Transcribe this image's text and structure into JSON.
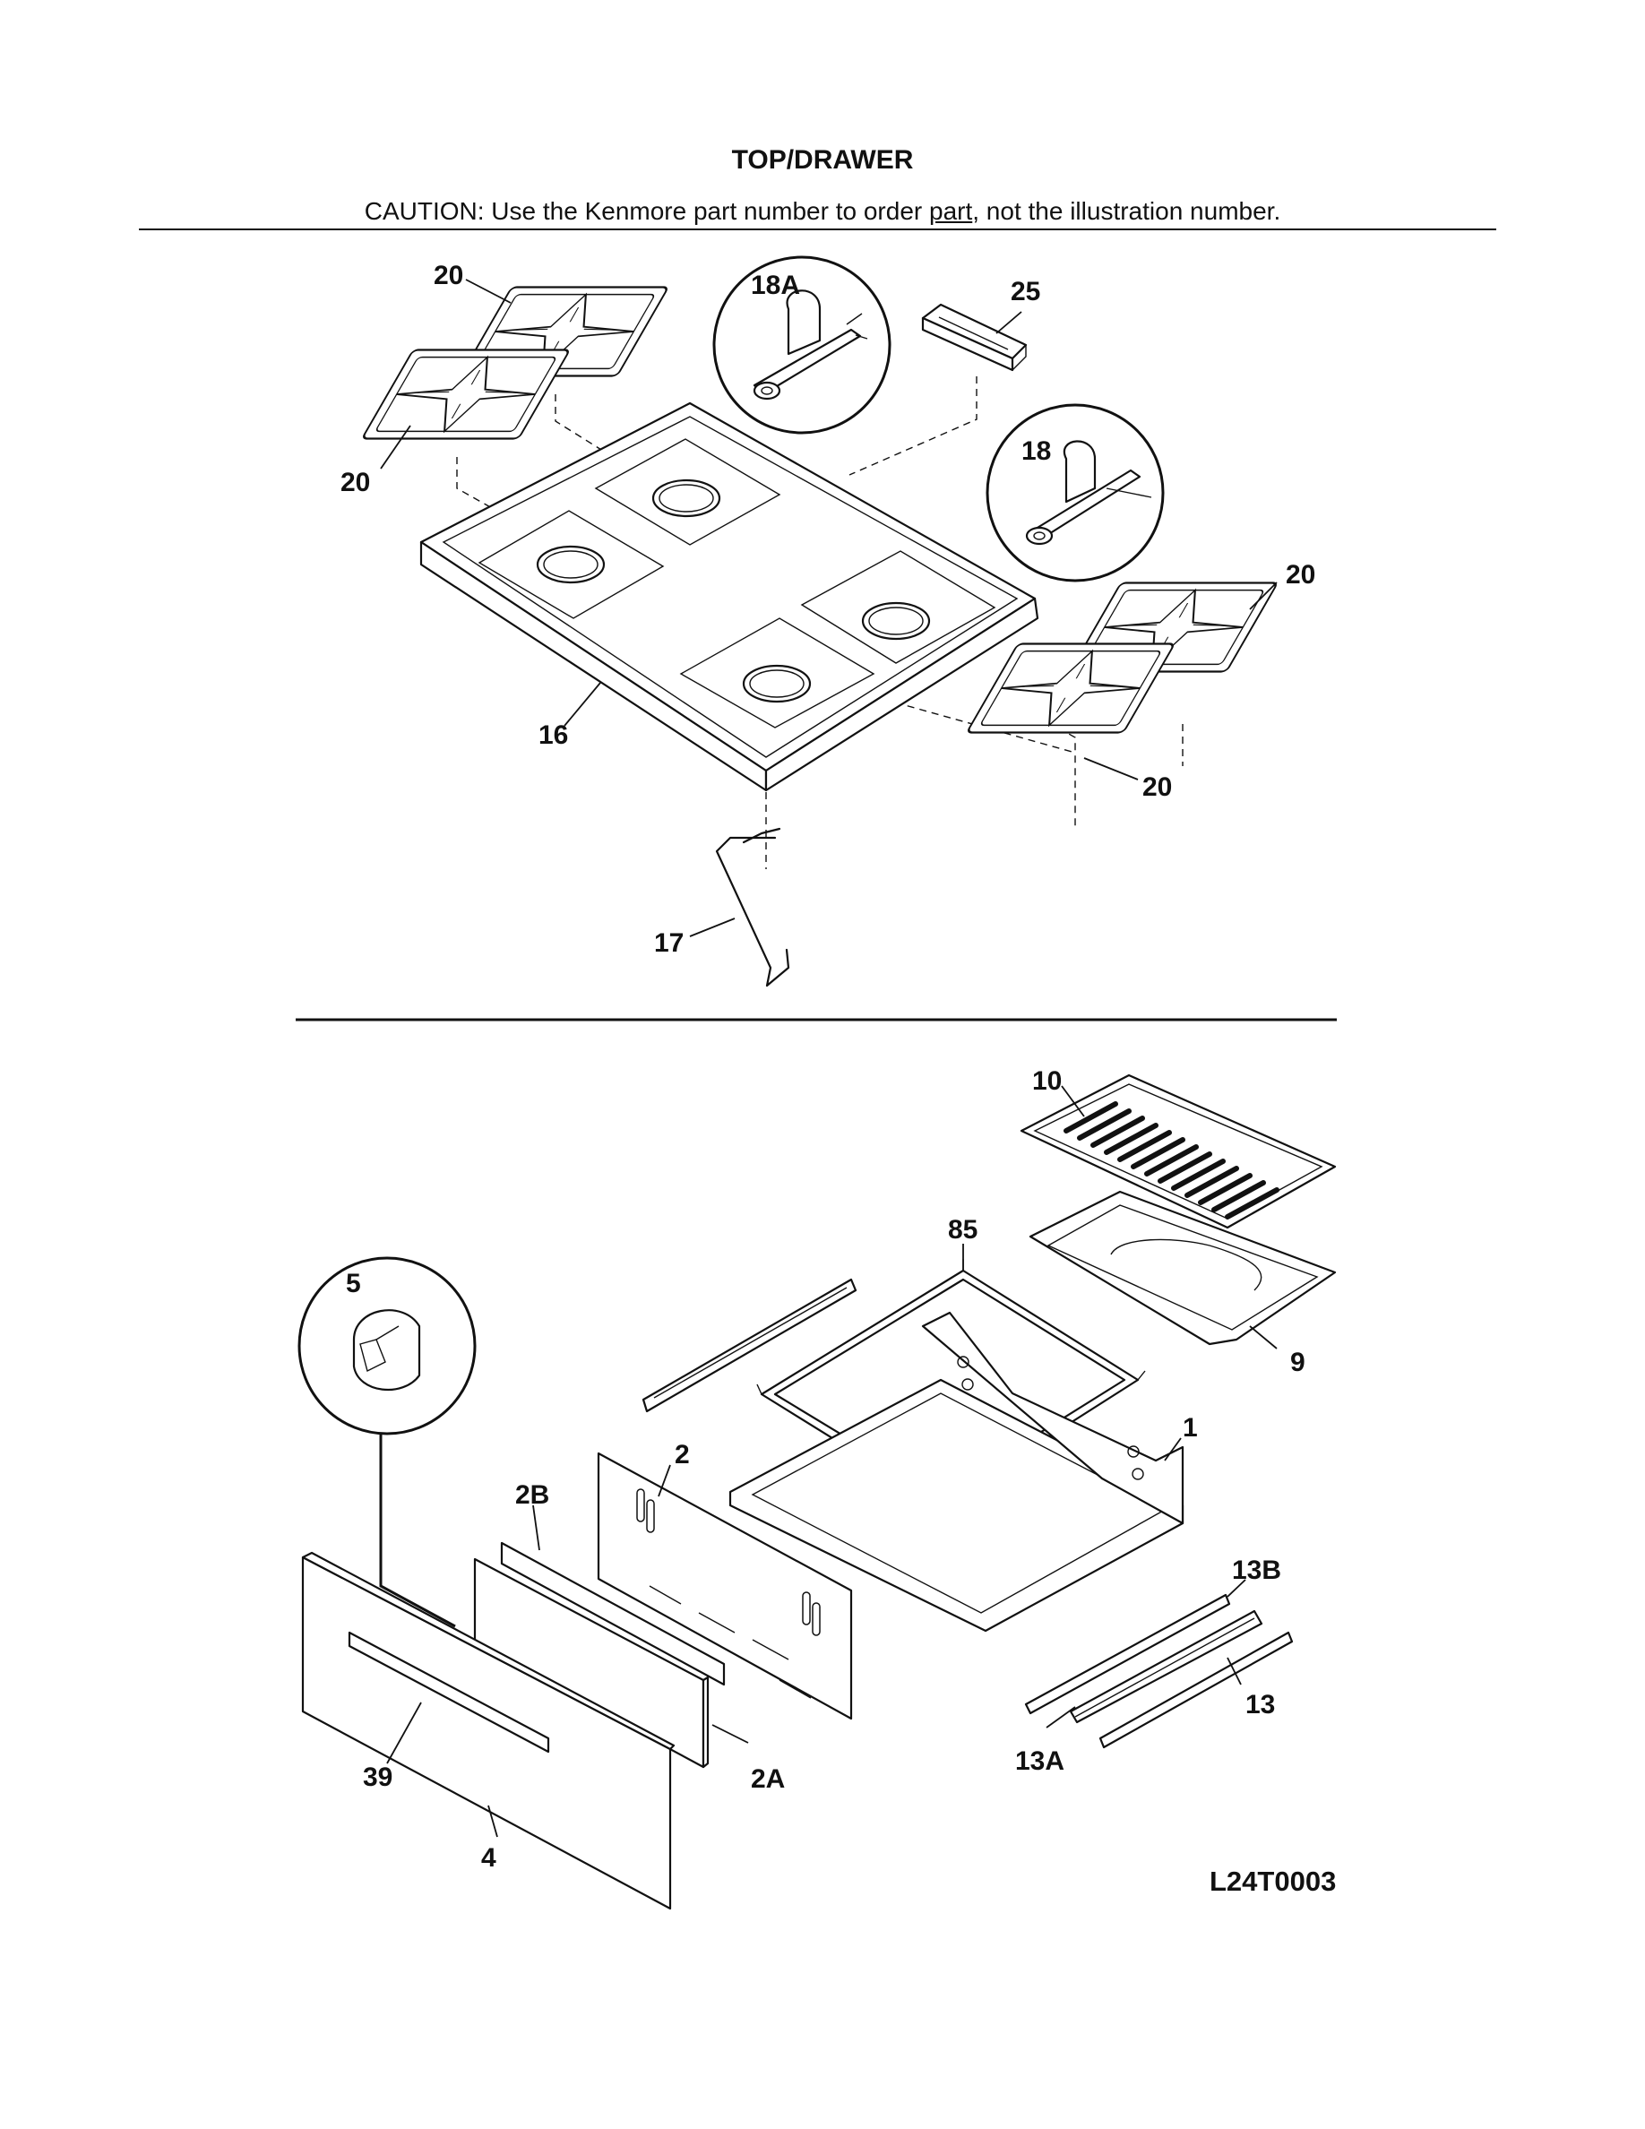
{
  "header": {
    "title": "TOP/DRAWER",
    "caution_before": "CAUTION: Use the Kenmore part number to order ",
    "caution_link": "part",
    "caution_after": ", not the illustration number."
  },
  "callouts": {
    "grate_top_left_upper": "20",
    "grate_top_left_lower": "20",
    "grate_right_upper": "20",
    "grate_right_lower": "20",
    "bracket_18a": "18A",
    "bracket_18": "18",
    "part_25": "25",
    "cooktop_16": "16",
    "rod_17": "17",
    "broiler_grid_10": "10",
    "rack_85": "85",
    "knob_5": "5",
    "broiler_pan_9": "9",
    "drawer_body_1": "1",
    "drawer_back_2": "2",
    "strip_2b": "2B",
    "panel_2a": "2A",
    "slide_13b": "13B",
    "slide_13": "13",
    "slide_13a": "13A",
    "handle_39": "39",
    "drawer_front_4": "4"
  },
  "diagram_code": "L24T0003"
}
